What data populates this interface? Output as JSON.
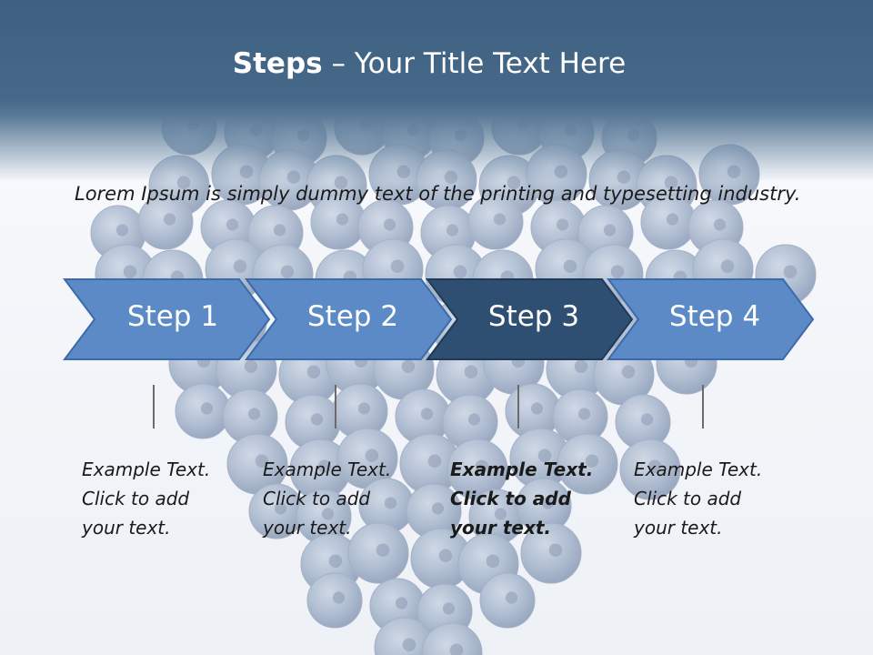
{
  "header": {
    "title_bold": "Steps",
    "title_rest": " – Your Title Text Here"
  },
  "intro_text": "Lorem Ipsum is simply dummy text of the printing and typesetting industry.",
  "steps": [
    {
      "label": "Step 1",
      "lines": [
        "Example Text.",
        "Click  to add",
        "your text."
      ],
      "active": false
    },
    {
      "label": "Step 2",
      "lines": [
        "Example Text.",
        "Click  to add",
        "your text."
      ],
      "active": false
    },
    {
      "label": "Step 3",
      "lines": [
        "Example Text.",
        "Click  to add",
        "your text."
      ],
      "active": true
    },
    {
      "label": "Step 4",
      "lines": [
        "Example Text.",
        "Click  to add",
        "your text."
      ],
      "active": false
    }
  ],
  "colors": {
    "header": "#3e6080",
    "arrow_fill": "#5b8ac7",
    "arrow_active": "#2f4f72",
    "text": "#1a1a1a"
  }
}
